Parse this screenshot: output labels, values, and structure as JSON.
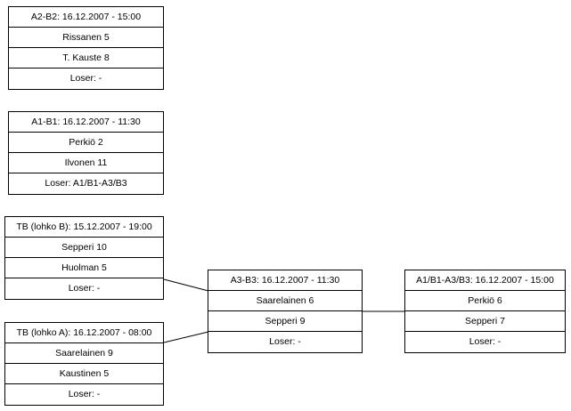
{
  "matches": [
    {
      "header": "A2-B2: 16.12.2007 - 15:00",
      "player1": "Rissanen 5",
      "player2": "T. Kauste 8",
      "loser": "Loser: -"
    },
    {
      "header": "A1-B1: 16.12.2007 - 11:30",
      "player1": "Perkiö 2",
      "player2": "Ilvonen 11",
      "loser": "Loser: A1/B1-A3/B3"
    },
    {
      "header": "TB (lohko B): 15.12.2007 - 19:00",
      "player1": "Sepperi 10",
      "player2": "Huolman 5",
      "loser": "Loser: -"
    },
    {
      "header": "TB (lohko A): 16.12.2007 - 08:00",
      "player1": "Saarelainen 9",
      "player2": "Kaustinen 5",
      "loser": "Loser: -"
    },
    {
      "header": "A3-B3: 16.12.2007 - 11:30",
      "player1": "Saarelainen 6",
      "player2": "Sepperi 9",
      "loser": "Loser: -"
    },
    {
      "header": "A1/B1-A3/B3: 16.12.2007 - 15:00",
      "player1": "Perkiö 6",
      "player2": "Sepperi 7",
      "loser": "Loser: -"
    }
  ]
}
